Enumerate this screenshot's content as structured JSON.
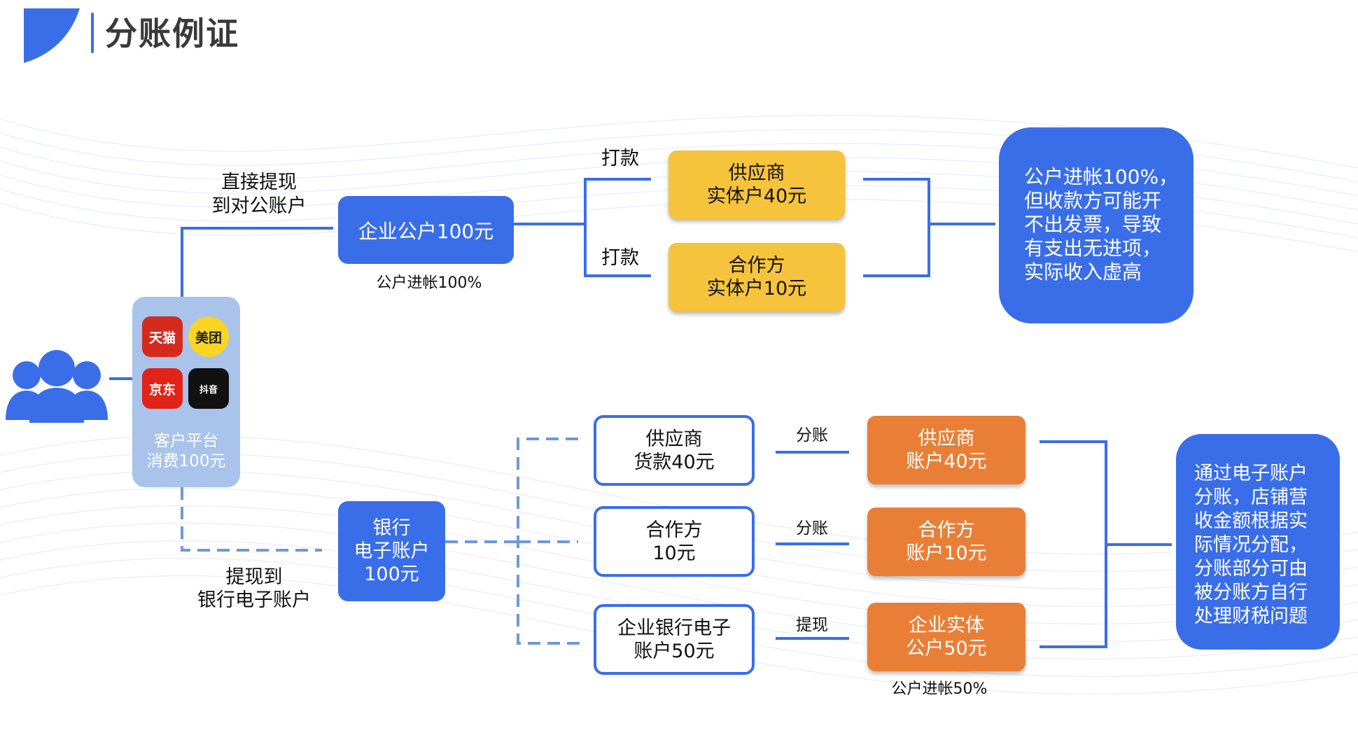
{
  "title": "分账例证",
  "nodes": {
    "company_account": "企业公户100元",
    "supplier_top": "供应商\n实体户40元",
    "partner_top": "合作方\n实体户10元",
    "bank_account": "银行\n电子账户\n100元",
    "supplier_mid": "供应商\n货款40元",
    "partner_mid": "合作方\n10元",
    "enterprise_bank": "企业银行电子\n账户50元",
    "supplier_out": "供应商\n账户40元",
    "partner_out": "合作方\n账户10元",
    "enterprise_out": "企业实体\n公户50元"
  },
  "platform": {
    "label": "客户平台\n消费100元",
    "apps": [
      "天猫",
      "美团",
      "京东",
      "抖音"
    ]
  },
  "labels": {
    "direct_withdraw": "直接提现\n到对公账户",
    "company_income": "公户进帐100%",
    "pay_1": "打款",
    "pay_2": "打款",
    "withdraw_bank": "提现到\n银行电子账户",
    "split_1": "分账",
    "split_2": "分账",
    "withdraw_1": "提现",
    "enterprise_income": "公户进帐50%"
  },
  "notes": {
    "top": "公户进帐100%，\n但收款方可能开\n不出发票，导致\n有支出无进项，\n实际收入虚高",
    "bottom": "通过电子账户\n分账，店铺营\n收金额根据实\n际情况分配，\n分账部分可由\n被分账方自行\n处理财税问题"
  },
  "colors": {
    "blue": "#3a6ee8",
    "yellow": "#f5c33c",
    "orange": "#e97f36",
    "platform": "#a9c3ea"
  }
}
